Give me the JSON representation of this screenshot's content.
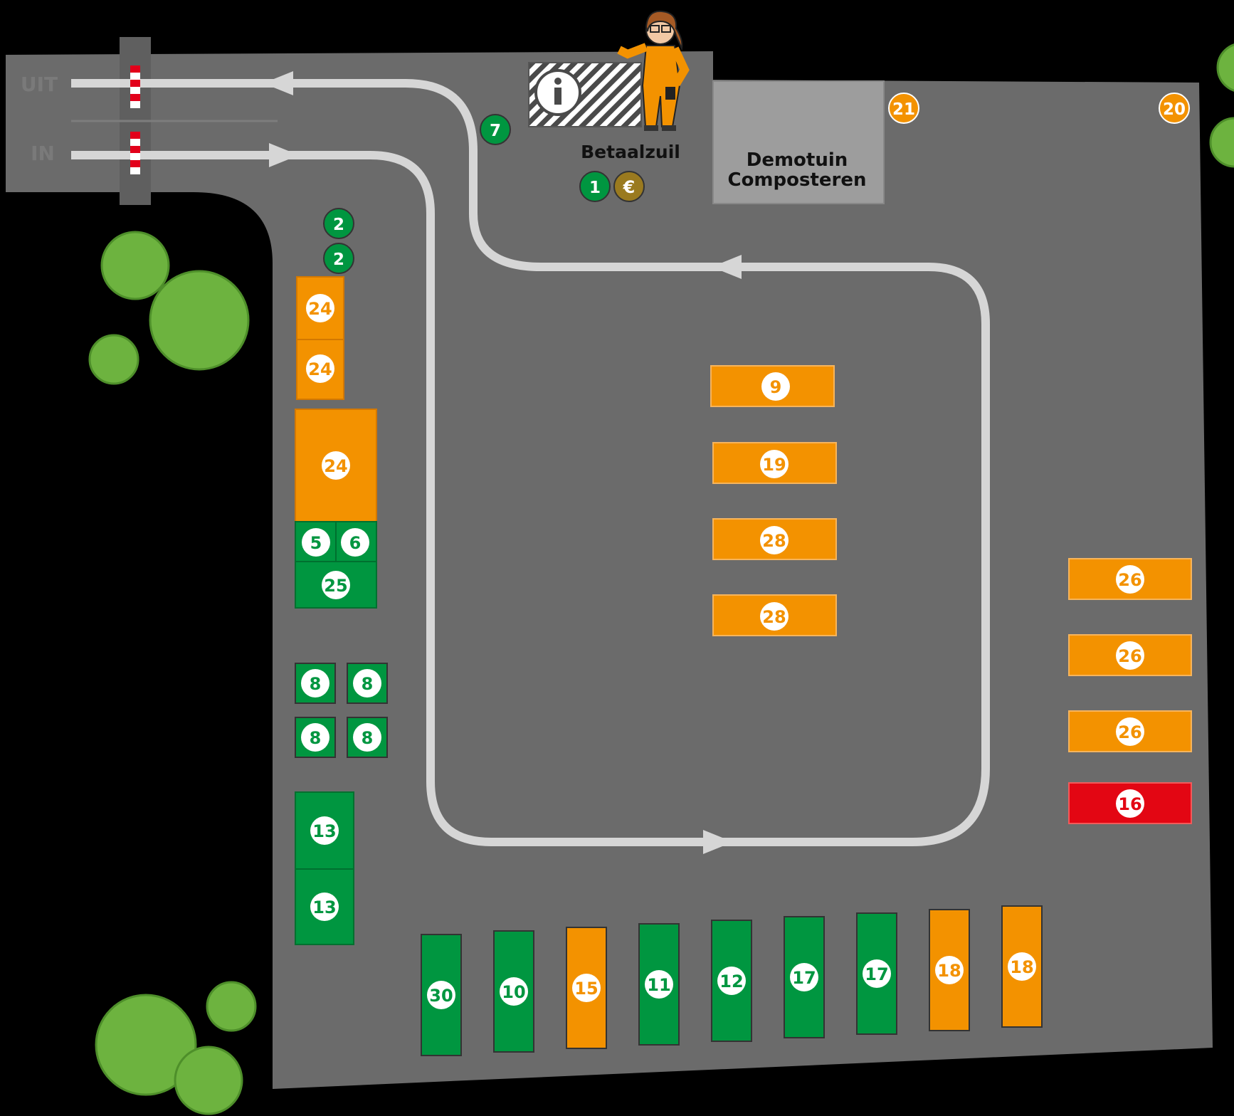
{
  "colors": {
    "background": "#000000",
    "asphalt": "#6b6b6b",
    "lane_line": "#d6d6d6",
    "barrier_post": "#5f5f5f",
    "barrier_red": "#e2001a",
    "tree": "#6db33f",
    "orange": "#f39200",
    "green": "#009640",
    "red": "#e30613",
    "gold": "#9a7a1f",
    "building": "#9d9d9d"
  },
  "labels": {
    "exit": "UIT",
    "entry": "IN",
    "betaalzuil": "Betaalzuil",
    "demotuin_line1": "Demotuin",
    "demotuin_line2": "Composteren",
    "euro": "€"
  },
  "icons": {
    "info": "info-icon",
    "attendant": "attendant-figure",
    "euro": "euro-icon",
    "tree": "tree-icon"
  },
  "markers": {
    "m21": "21",
    "m20": "20",
    "m7": "7",
    "m1": "1",
    "m2a": "2",
    "m2b": "2"
  },
  "containers": {
    "c24a": "24",
    "c24b": "24",
    "c24c": "24",
    "c5": "5",
    "c6": "6",
    "c25": "25",
    "c8a": "8",
    "c8b": "8",
    "c8c": "8",
    "c8d": "8",
    "c13a": "13",
    "c13b": "13",
    "c9": "9",
    "c19": "19",
    "c28a": "28",
    "c28b": "28",
    "c26a": "26",
    "c26b": "26",
    "c26c": "26",
    "c16": "16",
    "c30": "30",
    "c10": "10",
    "c15": "15",
    "c11": "11",
    "c12": "12",
    "c17a": "17",
    "c17b": "17",
    "c18a": "18",
    "c18b": "18"
  }
}
